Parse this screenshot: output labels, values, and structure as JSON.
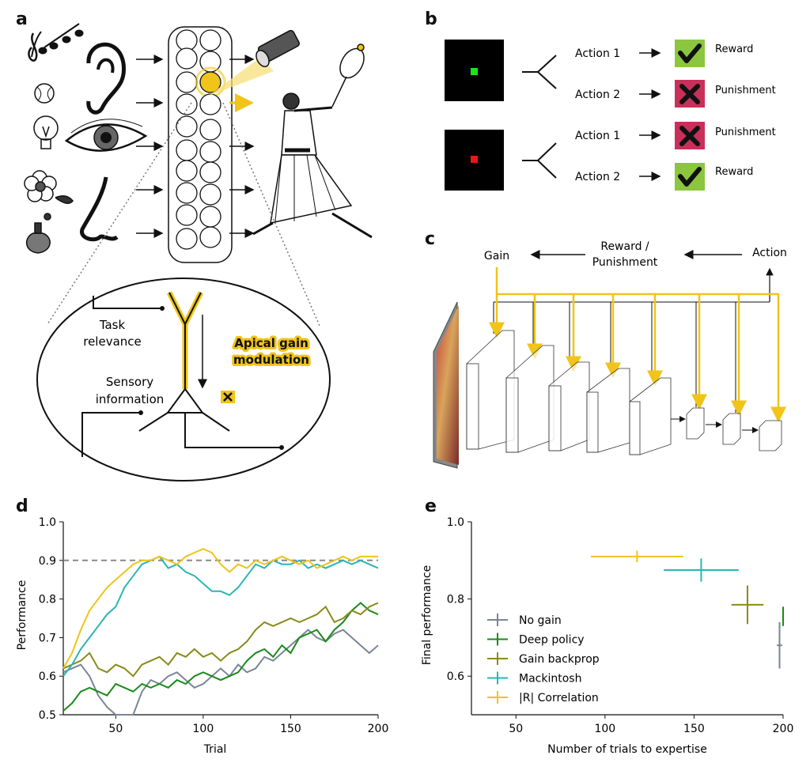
{
  "panels": {
    "a": "a",
    "b": "b",
    "c": "c",
    "d": "d",
    "e": "e"
  },
  "panel_a": {
    "task_label": [
      "Task",
      "relevance"
    ],
    "sensory_label": [
      "Sensory",
      "information"
    ],
    "apical_label": [
      "Apical gain",
      "modulation"
    ]
  },
  "panel_b": {
    "rows": [
      {
        "stim_color": "#19e619",
        "action": "Action 1",
        "outcome": "Reward",
        "kind": "reward"
      },
      {
        "stim_color": "#19e619",
        "action": "Action 2",
        "outcome": "Punishment",
        "kind": "punish"
      },
      {
        "stim_color": "#e61919",
        "action": "Action 1",
        "outcome": "Punishment",
        "kind": "punish"
      },
      {
        "stim_color": "#e61919",
        "action": "Action 2",
        "outcome": "Reward",
        "kind": "reward"
      }
    ]
  },
  "panel_c": {
    "gain": "Gain",
    "reward": [
      "Reward /",
      "Punishment"
    ],
    "action": "Action"
  },
  "colors": {
    "gold": "#f0c419",
    "reward_bg": "#8cc63f",
    "punish_bg": "#c8305a"
  },
  "chart_data": [
    {
      "type": "line",
      "xlabel": "Trial",
      "ylabel": "Performance",
      "xlim": [
        20,
        200
      ],
      "ylim": [
        0.5,
        1.0
      ],
      "xticks": [
        50,
        100,
        150,
        200
      ],
      "yticks": [
        "0.5",
        "0.6",
        "0.7",
        "0.8",
        "0.9",
        "1.0"
      ],
      "reference_line": 0.9,
      "x": [
        20,
        25,
        30,
        35,
        40,
        45,
        50,
        55,
        60,
        65,
        70,
        75,
        80,
        85,
        90,
        95,
        100,
        105,
        110,
        115,
        120,
        125,
        130,
        135,
        140,
        145,
        150,
        155,
        160,
        165,
        170,
        175,
        180,
        185,
        190,
        195,
        200
      ],
      "series": [
        {
          "name": "No gain",
          "color": "#7a8596",
          "values": [
            0.61,
            0.62,
            0.63,
            0.6,
            0.55,
            0.52,
            0.5,
            0.49,
            0.5,
            0.56,
            0.59,
            0.58,
            0.6,
            0.61,
            0.59,
            0.57,
            0.58,
            0.6,
            0.62,
            0.6,
            0.63,
            0.61,
            0.62,
            0.65,
            0.64,
            0.66,
            0.68,
            0.7,
            0.72,
            0.7,
            0.69,
            0.71,
            0.72,
            0.7,
            0.68,
            0.66,
            0.68
          ]
        },
        {
          "name": "Deep policy",
          "color": "#1a8a1a",
          "values": [
            0.51,
            0.53,
            0.56,
            0.57,
            0.56,
            0.55,
            0.58,
            0.57,
            0.56,
            0.58,
            0.57,
            0.58,
            0.57,
            0.59,
            0.58,
            0.6,
            0.61,
            0.6,
            0.59,
            0.6,
            0.61,
            0.64,
            0.66,
            0.67,
            0.65,
            0.68,
            0.66,
            0.7,
            0.71,
            0.72,
            0.69,
            0.72,
            0.74,
            0.77,
            0.79,
            0.77,
            0.76
          ]
        },
        {
          "name": "Gain backprop",
          "color": "#8a8a1a",
          "values": [
            0.62,
            0.63,
            0.64,
            0.66,
            0.62,
            0.61,
            0.63,
            0.62,
            0.6,
            0.63,
            0.64,
            0.65,
            0.63,
            0.66,
            0.65,
            0.67,
            0.65,
            0.66,
            0.64,
            0.66,
            0.67,
            0.69,
            0.72,
            0.74,
            0.73,
            0.74,
            0.75,
            0.74,
            0.75,
            0.76,
            0.78,
            0.74,
            0.75,
            0.77,
            0.76,
            0.78,
            0.79
          ]
        },
        {
          "name": "Mackintosh",
          "color": "#2ab5b5",
          "values": [
            0.6,
            0.63,
            0.67,
            0.7,
            0.73,
            0.76,
            0.78,
            0.83,
            0.86,
            0.89,
            0.9,
            0.91,
            0.88,
            0.89,
            0.87,
            0.86,
            0.84,
            0.82,
            0.82,
            0.81,
            0.83,
            0.86,
            0.89,
            0.88,
            0.9,
            0.89,
            0.89,
            0.9,
            0.88,
            0.89,
            0.88,
            0.89,
            0.9,
            0.89,
            0.9,
            0.89,
            0.88
          ]
        },
        {
          "name": "|R| Correlation",
          "color": "#efc41a",
          "values": [
            0.62,
            0.66,
            0.72,
            0.77,
            0.8,
            0.83,
            0.85,
            0.87,
            0.89,
            0.9,
            0.9,
            0.91,
            0.9,
            0.89,
            0.91,
            0.92,
            0.93,
            0.92,
            0.89,
            0.87,
            0.89,
            0.88,
            0.9,
            0.89,
            0.9,
            0.91,
            0.9,
            0.89,
            0.9,
            0.88,
            0.89,
            0.9,
            0.91,
            0.9,
            0.91,
            0.91,
            0.91
          ]
        }
      ]
    },
    {
      "type": "scatter",
      "xlabel": "Number of trials to expertise",
      "ylabel": "Final performance",
      "xlim": [
        25,
        200
      ],
      "ylim": [
        0.5,
        1.0
      ],
      "xticks": [
        50,
        100,
        150,
        200
      ],
      "yticks": [
        "0.6",
        "0.8",
        "1.0"
      ],
      "series": [
        {
          "name": "No gain",
          "color": "#7a8596",
          "x": 198,
          "y": 0.68,
          "xerr": 1.5,
          "yerr": 0.06
        },
        {
          "name": "Deep policy",
          "color": "#1a8a1a",
          "x": 200,
          "y": 0.755,
          "xerr": 0.5,
          "yerr": 0.025
        },
        {
          "name": "Gain backprop",
          "color": "#8a8a1a",
          "x": 180,
          "y": 0.785,
          "xerr": 9,
          "yerr": 0.05
        },
        {
          "name": "Mackintosh",
          "color": "#2ab5b5",
          "x": 154,
          "y": 0.875,
          "xerr": 21,
          "yerr": 0.03
        },
        {
          "name": "|R| Correlation",
          "color": "#efc41a",
          "x": 118,
          "y": 0.91,
          "xerr": 26,
          "yerr": 0.015
        }
      ]
    }
  ]
}
